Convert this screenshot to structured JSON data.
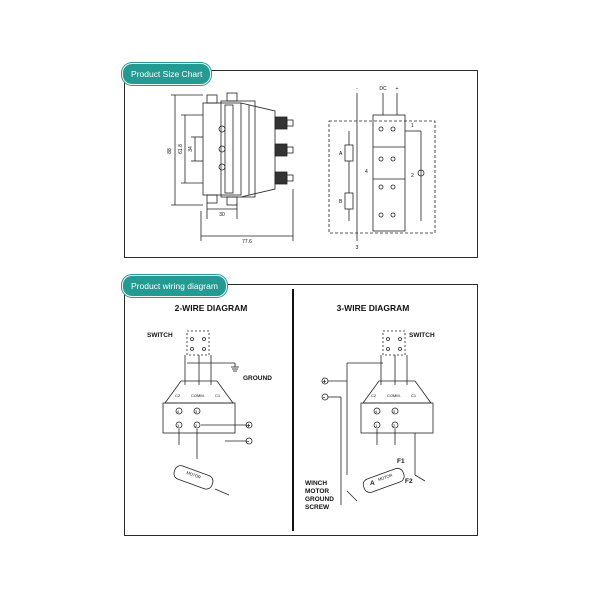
{
  "size_chart": {
    "tag": "Product Size Chart",
    "dim_width": "30",
    "dim_length": "77.6",
    "dim_height_outer": "88",
    "dim_height_inner": "61.8",
    "dim_height_small": "34",
    "sym_minus": "-",
    "sym_plus": "+",
    "lbl_A": "A",
    "lbl_B": "B",
    "term_dc": "DC",
    "term_1": "1",
    "term_2": "2",
    "term_3": "3",
    "term_4": "4"
  },
  "wiring": {
    "tag": "Product wiring diagram",
    "two_wire": {
      "title": "2-WIRE DIAGRAM",
      "switch": "SWITCH",
      "ground": "GROUND",
      "c2": "C2",
      "comm": "COMM.",
      "c1": "C1",
      "t4": "4",
      "t3": "3",
      "t1": "1",
      "t2": "2",
      "plus": "+",
      "minus": "-",
      "motor": "MOTOR"
    },
    "three_wire": {
      "title": "3-WIRE DIAGRAM",
      "switch": "SWITCH",
      "c2": "C2",
      "comm": "COMM.",
      "c1": "C1",
      "t4": "4",
      "t3": "3",
      "t1": "1",
      "t2": "2",
      "plus": "+",
      "minus": "-",
      "f1": "F1",
      "f2": "F2",
      "a": "A",
      "motor": "MOTOR",
      "ground_line1": "WINCH",
      "ground_line2": "MOTOR",
      "ground_line3": "GROUND",
      "ground_line4": "SCREW"
    }
  }
}
